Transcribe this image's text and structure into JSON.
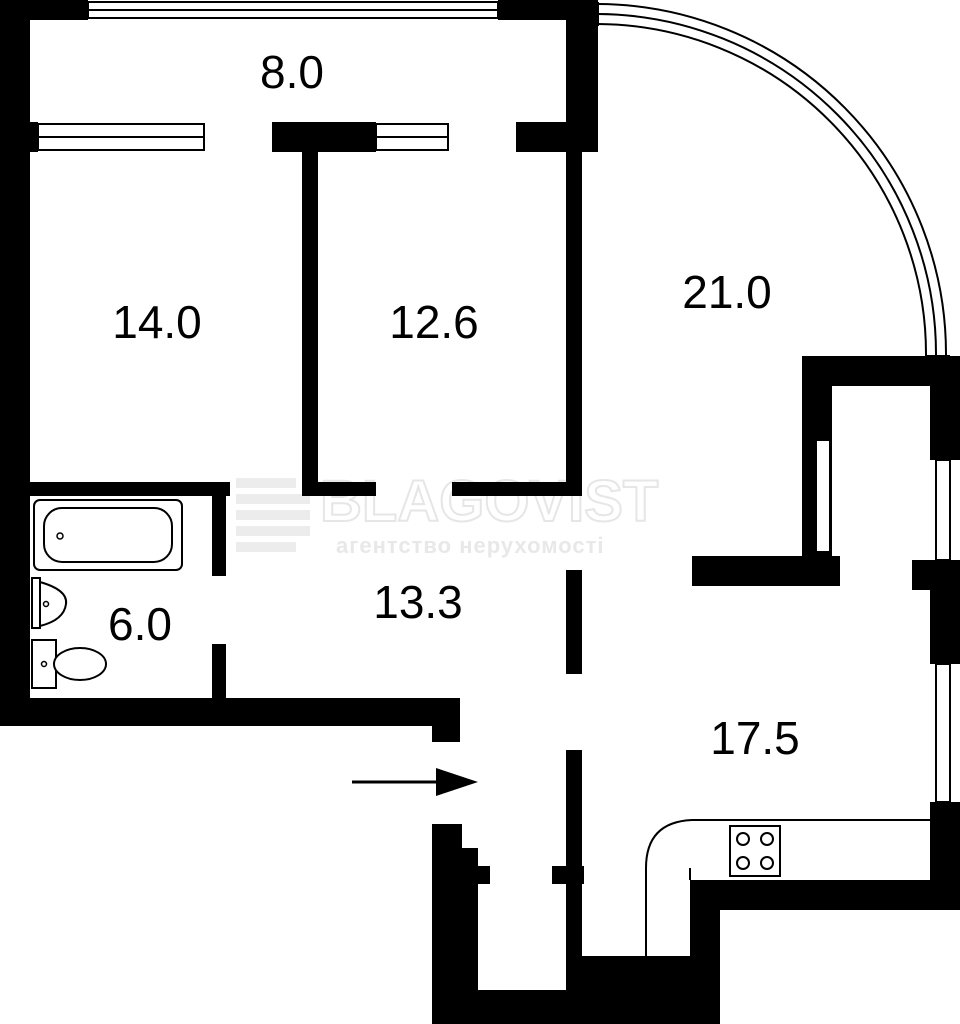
{
  "rooms": [
    {
      "id": "balcony",
      "area": "8.0"
    },
    {
      "id": "bedroom-1",
      "area": "14.0"
    },
    {
      "id": "bedroom-2",
      "area": "12.6"
    },
    {
      "id": "living-room",
      "area": "21.0"
    },
    {
      "id": "hallway",
      "area": "13.3"
    },
    {
      "id": "bathroom",
      "area": "6.0"
    },
    {
      "id": "kitchen",
      "area": "17.5"
    }
  ],
  "watermark": {
    "brand": "BLAGOVIST",
    "tagline": "агентство нерухомості"
  },
  "icons": {
    "entrance": "entrance-arrow-icon",
    "stove": "stove-icon",
    "bathtub": "bathtub-icon",
    "sink": "sink-icon",
    "toilet": "toilet-icon"
  },
  "colors": {
    "wall": "#000000",
    "background": "#ffffff",
    "watermark": "#e6e6e6"
  }
}
